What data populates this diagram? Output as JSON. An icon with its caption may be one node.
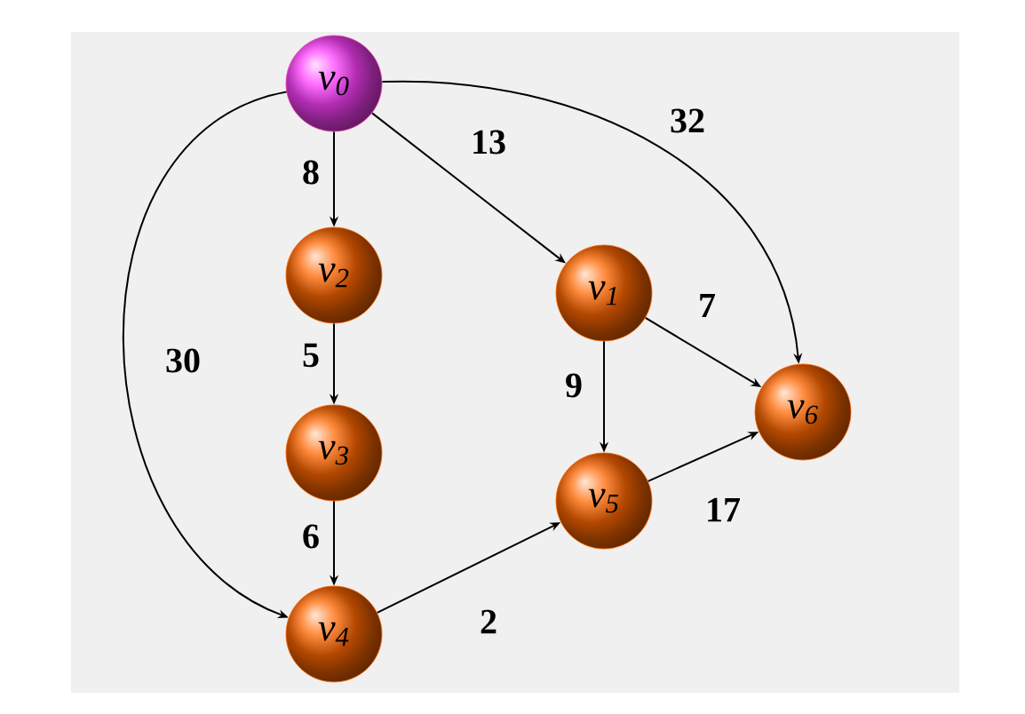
{
  "diagram": {
    "nodes": [
      {
        "text": [
          "v$_{0}$"
        ]
      },
      {
        "text": [
          "v$_{1}$"
        ]
      },
      {
        "text": [
          "v$_{2}$"
        ]
      },
      {
        "text": [
          "v$_{3}$"
        ]
      },
      {
        "text": [
          "v$_{4}$"
        ]
      },
      {
        "text": [
          "v$_{5}$"
        ]
      },
      {
        "text": [
          "v$_{6}$"
        ]
      }
    ],
    "edges": [
      {
        "from": 0,
        "to": 2,
        "arrow": "to",
        "label": "8"
      },
      {
        "from": 0,
        "to": 1,
        "arrow": "to",
        "label": "13"
      },
      {
        "from": 0,
        "to": 6,
        "arrow": "to",
        "label": "32"
      },
      {
        "from": 0,
        "to": 4,
        "arrow": "to",
        "label": "30"
      },
      {
        "from": 2,
        "to": 3,
        "arrow": "to",
        "label": "5"
      },
      {
        "from": 3,
        "to": 4,
        "arrow": "to",
        "label": "6"
      },
      {
        "from": 1,
        "to": 5,
        "arrow": "to",
        "label": "9"
      },
      {
        "from": 1,
        "to": 6,
        "arrow": "to",
        "label": "7"
      },
      {
        "from": 5,
        "to": 6,
        "arrow": "to",
        "label": "17"
      },
      {
        "from": 4,
        "to": 5,
        "arrow": "to",
        "label": "2"
      }
    ]
  }
}
